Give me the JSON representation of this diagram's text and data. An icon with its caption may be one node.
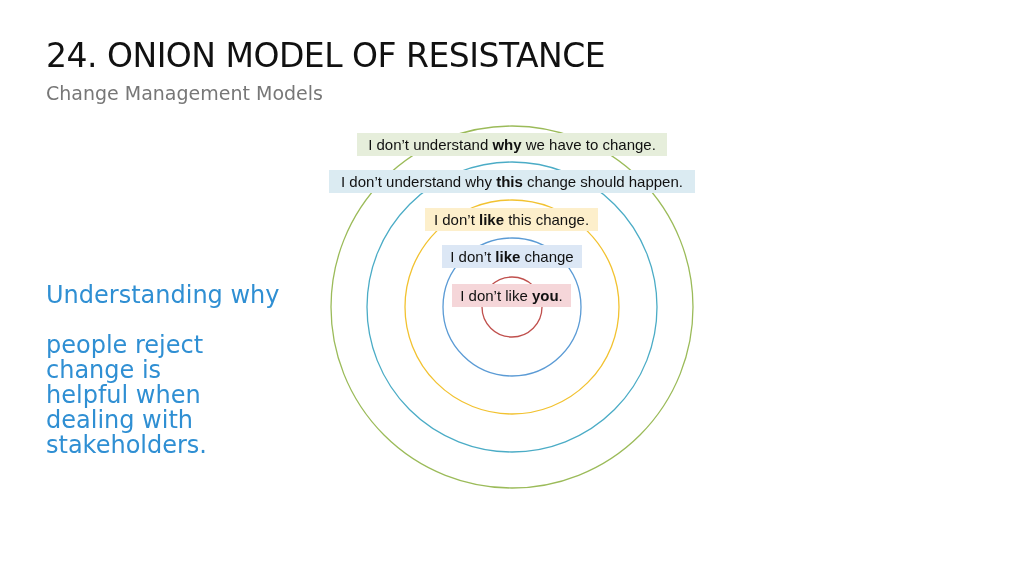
{
  "diagram": {
    "title": "24. ONION MODEL OF RESISTANCE",
    "nodes": [
      {
        "text": [
          "I don’t understand **why** we have to change."
        ]
      },
      {
        "text": [
          "I don’t understand why **this** change should happen."
        ]
      },
      {
        "text": [
          "I don’t **like** this change."
        ]
      },
      {
        "text": [
          "I don’t **like** change"
        ]
      },
      {
        "text": [
          "I don’t like **you**."
        ]
      }
    ],
    "labels": [
      "Change Management Models",
      "Understanding why",
      "people reject change is helpful when dealing with stakeholders."
    ]
  }
}
